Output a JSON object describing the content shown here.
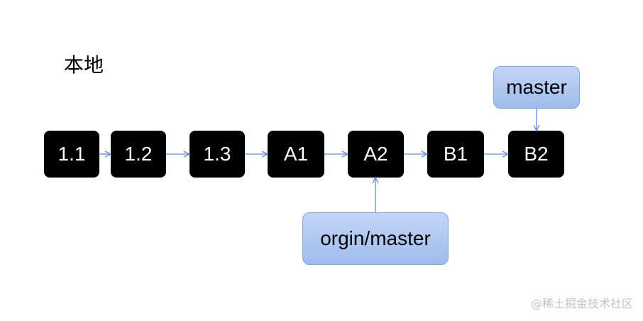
{
  "title": "本地",
  "commits": [
    "1.1",
    "1.2",
    "1.3",
    "A1",
    "A2",
    "B1",
    "B2"
  ],
  "refs": {
    "master": "master",
    "origin_master": "orgin/master"
  },
  "watermark": "@稀土掘金技术社区",
  "colors": {
    "commit_fill": "#000000",
    "commit_text": "#ffffff",
    "ref_fill": "#a8c3f0",
    "ref_border": "#7ea4e0",
    "arrow": "#5b8ed8"
  }
}
